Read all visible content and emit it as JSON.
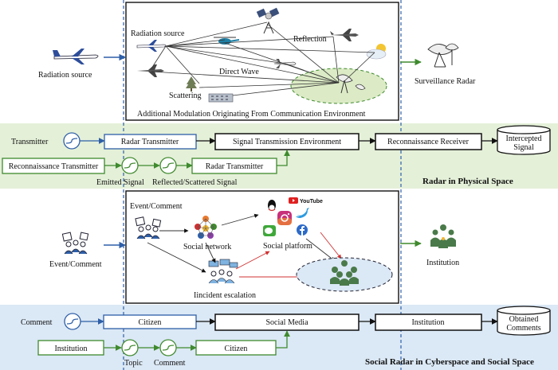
{
  "top": {
    "left_label": "Radiation source",
    "inner_radiation_label": "Radiation source",
    "reflection": "Reflection",
    "direct_wave": "Direct Wave",
    "scattering": "Scattering",
    "modulation_caption": "Additional Modulation Originating From Communication Environment",
    "surveillance": "Surveillance Radar"
  },
  "physical": {
    "transmitter": "Transmitter",
    "radar_transmitter": "Radar Transmitter",
    "signal_env": "Signal Transmission Environment",
    "recon_receiver": "Reconnaissance Receiver",
    "intercepted": [
      "Intercepted",
      "Signal"
    ],
    "recon_transmitter": "Reconnaissance Transmitter",
    "radar_transmitter2": "Radar Transmitter",
    "emitted": "Emitted Signal",
    "reflected": "Reflected/Scattered Signal",
    "title": "Radar in Physical Space"
  },
  "social_top": {
    "left_label": "Event/Comment",
    "inner_event": "Event/Comment",
    "social_network": "Social network",
    "social_platform": "Social platform",
    "incident": "Iincident escalation",
    "institution": "Institution",
    "youtube": "YouTube"
  },
  "cyber": {
    "comment": "Comment",
    "citizen": "Citizen",
    "social_media": "Social Media",
    "institution": "Institution",
    "obtained": [
      "Obtained",
      "Comments"
    ],
    "institution2": "Institution",
    "topic": "Topic",
    "comment2": "Comment",
    "citizen2": "Citizen",
    "title": "Social Radar in Cyberspace and Social Space"
  },
  "colors": {
    "green_band": "#e4f0d8",
    "blue_band": "#dbe8f5",
    "blue": "#2e5fa8",
    "green": "#3f8a2e",
    "red": "#d03030"
  }
}
